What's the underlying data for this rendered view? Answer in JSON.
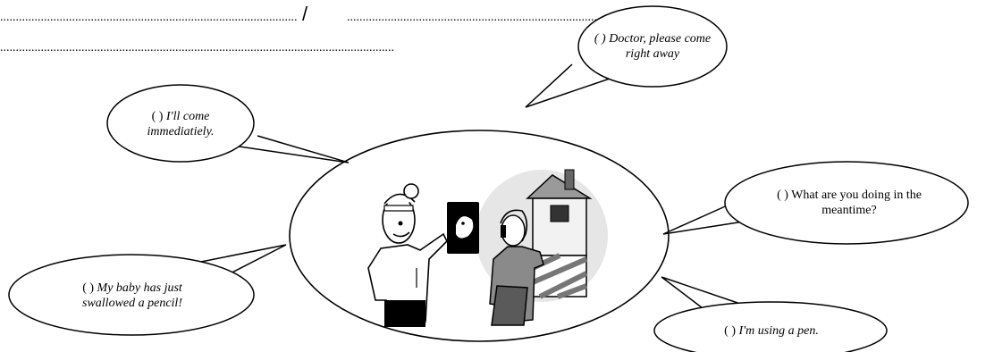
{
  "answer_lines": {
    "separator": "/",
    "dots": "....................................................................................................................................."
  },
  "bubbles": {
    "doctor": {
      "marker": "( )",
      "text": "Doctor, please come right away"
    },
    "come": {
      "marker": "( )",
      "text": "I'll come immediatiely."
    },
    "what": {
      "marker": "( )",
      "text": "What are you doing in the meantime?"
    },
    "baby": {
      "marker": "( )",
      "text": "My baby has just swallowed a pencil!"
    },
    "pen": {
      "marker": "( )",
      "text": "I'm using a pen."
    }
  }
}
